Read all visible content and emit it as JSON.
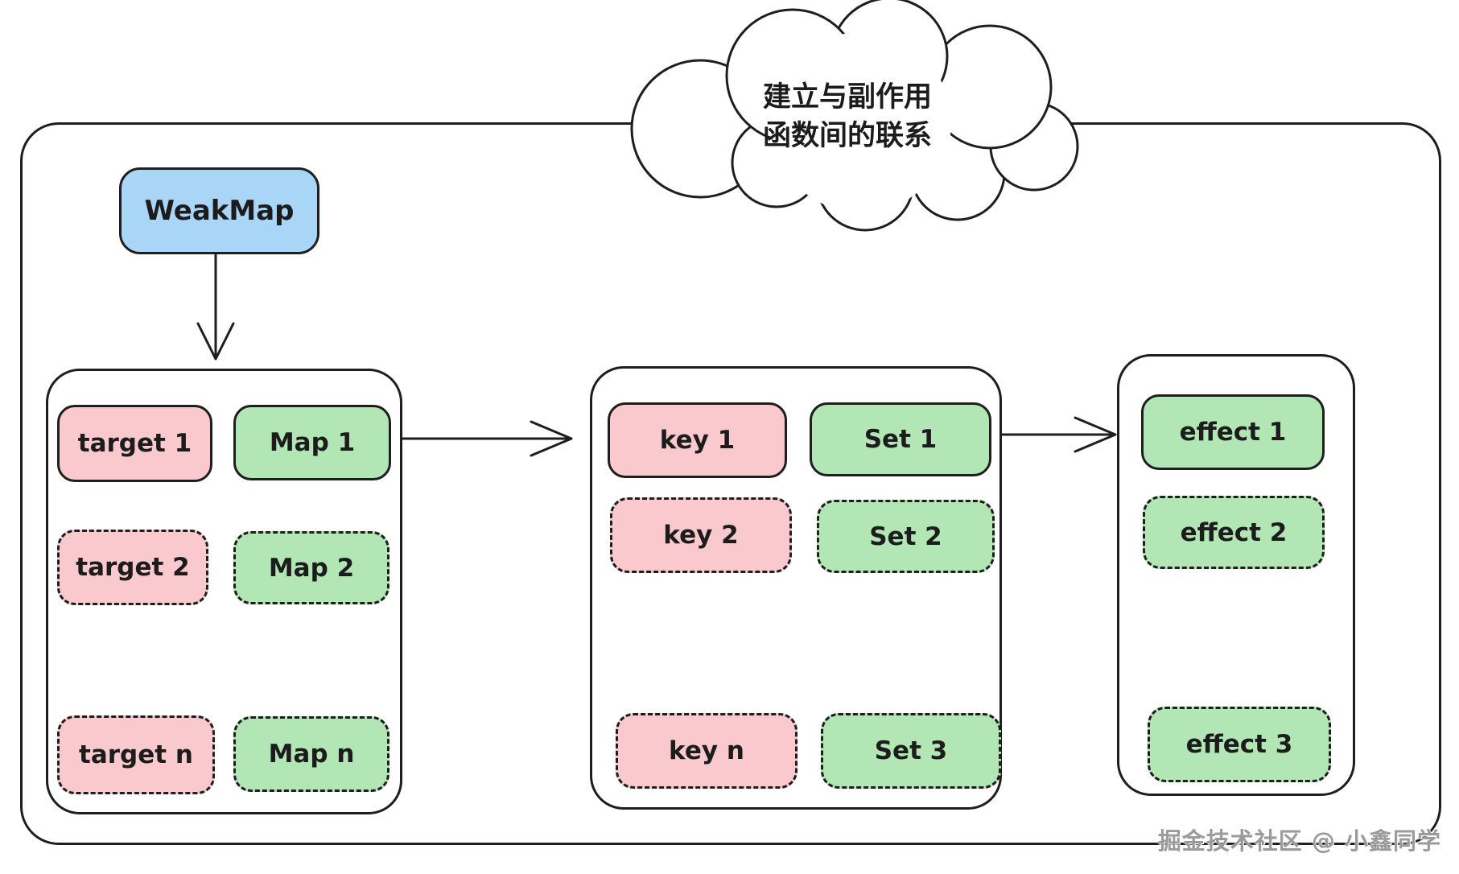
{
  "cloud": {
    "line1": "建立与副作用",
    "line2": "函数间的联系"
  },
  "weakmap_label": "WeakMap",
  "weakmap_container": {
    "rows": [
      {
        "target": "target 1",
        "map": "Map 1",
        "border": "solid"
      },
      {
        "target": "target 2",
        "map": "Map 2",
        "border": "dashed"
      },
      {
        "target": "target n",
        "map": "Map n",
        "border": "dashed"
      }
    ]
  },
  "map_container": {
    "rows": [
      {
        "key": "key 1",
        "set": "Set 1",
        "border": "solid"
      },
      {
        "key": "key 2",
        "set": "Set 2",
        "border": "dashed"
      },
      {
        "key": "key n",
        "set": "Set 3",
        "border": "dashed"
      }
    ]
  },
  "set_container": {
    "rows": [
      {
        "effect": "effect 1",
        "border": "solid"
      },
      {
        "effect": "effect 2",
        "border": "dashed"
      },
      {
        "effect": "effect 3",
        "border": "dashed"
      }
    ]
  },
  "watermark": "掘金技术社区 @ 小鑫同学",
  "colors": {
    "target_fill": "#f9c9ce",
    "map_fill": "#b2e6b5",
    "weakmap_fill": "#a9d6f7",
    "stroke": "#1e1e1e",
    "watermark_gray": "#9b9b9b"
  }
}
